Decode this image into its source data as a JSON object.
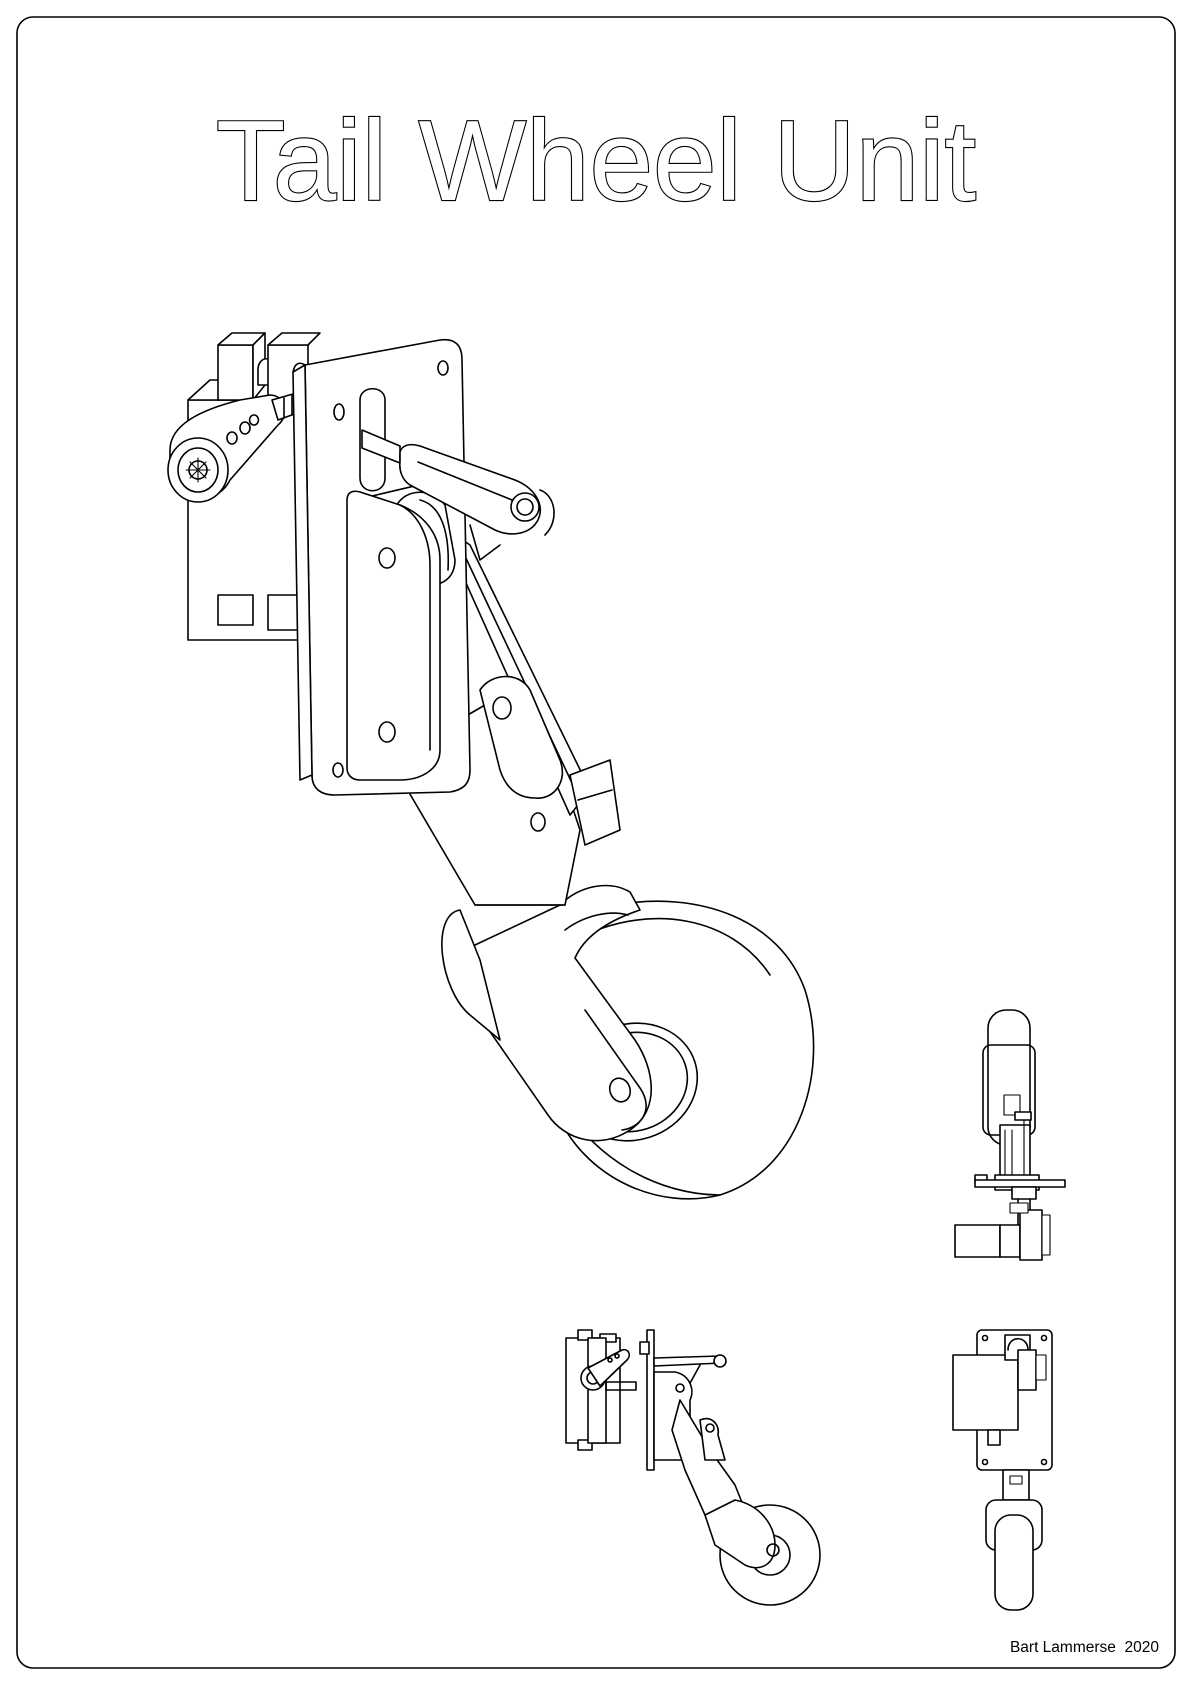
{
  "sheet": {
    "title": "Tail Wheel Unit",
    "credit": "Bart Lammerse  2020"
  },
  "views": [
    {
      "name": "isometric-view"
    },
    {
      "name": "front-view"
    },
    {
      "name": "side-view"
    },
    {
      "name": "rear-view"
    }
  ]
}
